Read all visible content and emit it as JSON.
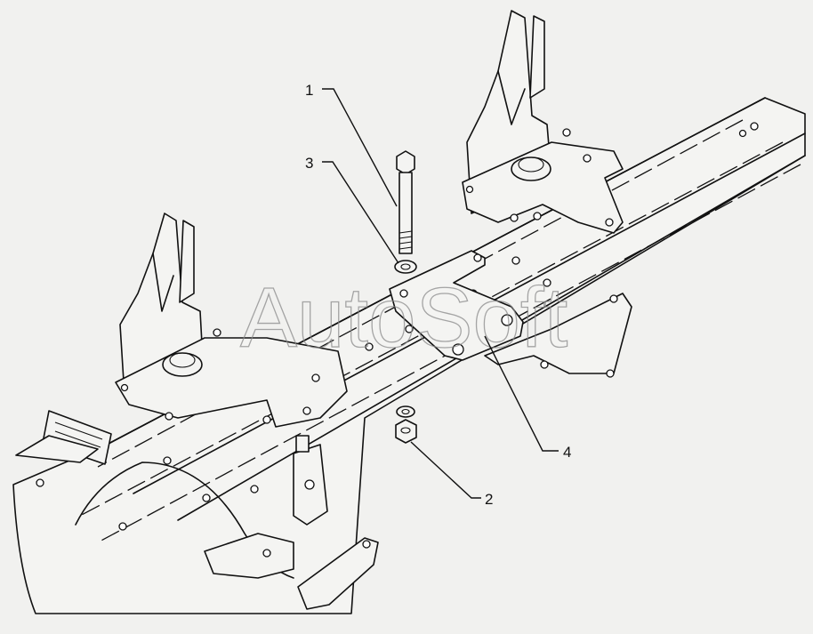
{
  "watermark": {
    "text": "AutoSoft"
  },
  "callouts": [
    {
      "id": "1",
      "label": "1"
    },
    {
      "id": "2",
      "label": "2"
    },
    {
      "id": "3",
      "label": "3"
    },
    {
      "id": "4",
      "label": "4"
    }
  ],
  "colors": {
    "background": "#f1f1ef",
    "line": "#111111",
    "watermark": "#8a8a8a"
  }
}
